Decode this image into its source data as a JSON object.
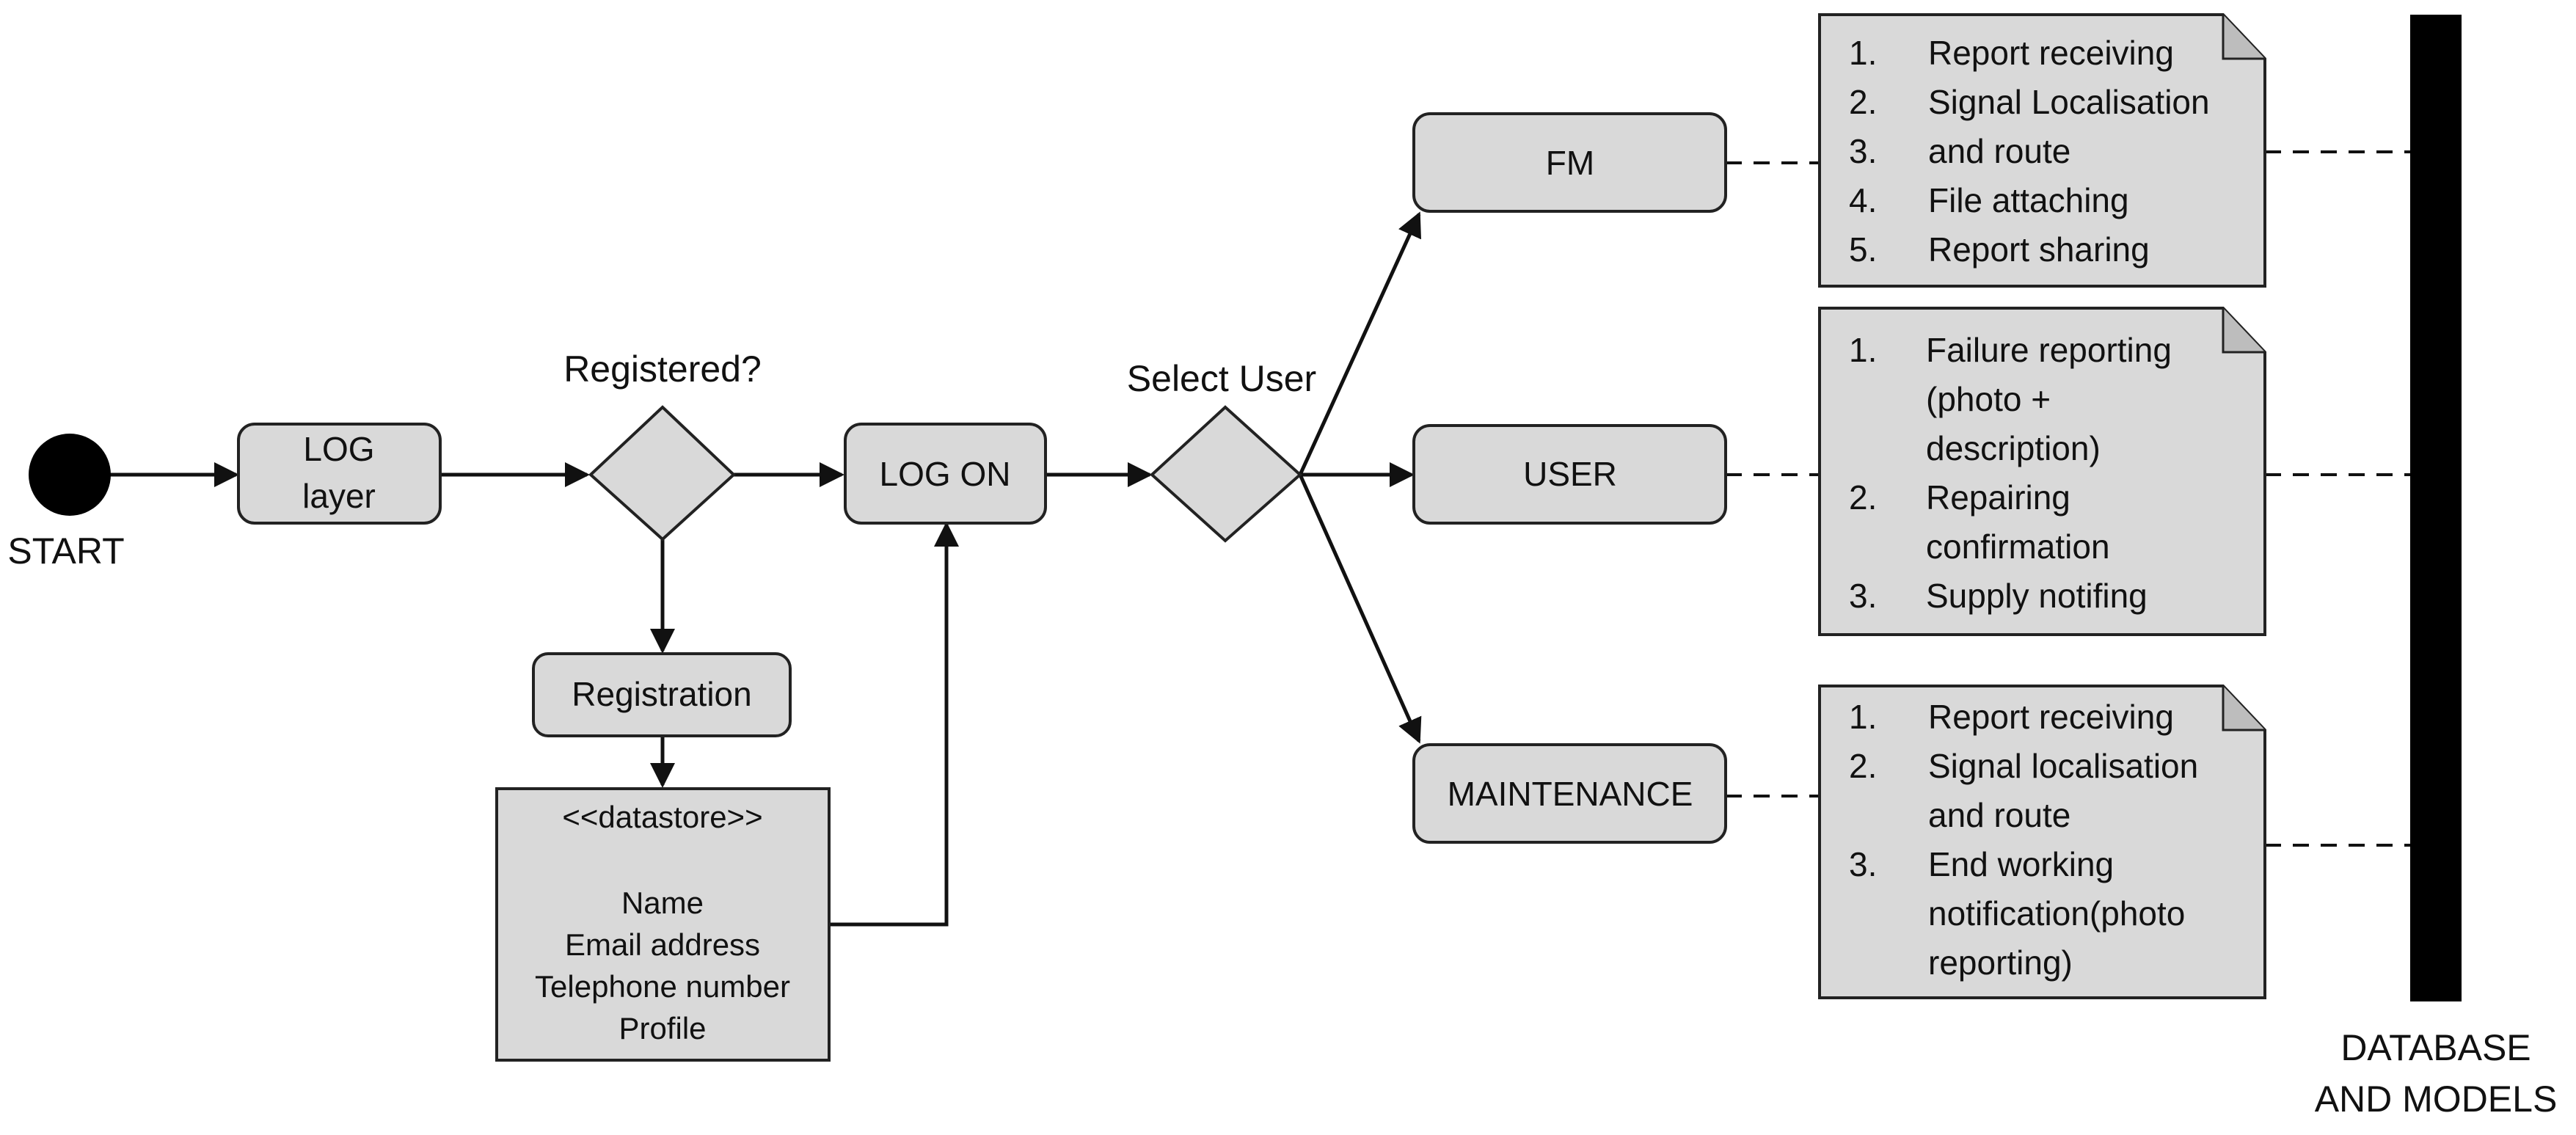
{
  "colors": {
    "node_fill": "#d9d9d9",
    "stroke": "#222222",
    "start_fill": "#000000",
    "bar_fill": "#000000"
  },
  "start": {
    "label": "START"
  },
  "nodes": {
    "log_layer": [
      "LOG",
      "layer"
    ],
    "log_on": "LOG ON",
    "registration": "Registration",
    "fm": "FM",
    "user": "USER",
    "maintenance": "MAINTENANCE"
  },
  "decisions": {
    "registered": "Registered?",
    "select_user": "Select User"
  },
  "datastore": {
    "stereotype": "<<datastore>>",
    "fields": [
      "Name",
      "Email address",
      "Telephone number",
      "Profile"
    ]
  },
  "notes": {
    "fm": [
      {
        "num": "1.",
        "lines": [
          "Report receiving"
        ]
      },
      {
        "num": "2.",
        "lines": [
          "Signal Localisation",
          "and route"
        ]
      },
      {
        "num": "4.",
        "lines": [
          "File attaching"
        ]
      },
      {
        "num": "5.",
        "lines": [
          "Report sharing"
        ]
      }
    ],
    "user": [
      {
        "num": "1.",
        "lines": [
          "Failure reporting",
          "(photo +",
          "description)"
        ]
      },
      {
        "num": "2.",
        "lines": [
          "Repairing",
          "confirmation"
        ]
      },
      {
        "num": "3.",
        "lines": [
          "Supply notifing"
        ]
      }
    ],
    "maintenance": [
      {
        "num": "1.",
        "lines": [
          "Report receiving"
        ]
      },
      {
        "num": "2.",
        "lines": [
          "Signal localisation",
          "and route"
        ]
      },
      {
        "num": "3.",
        "lines": [
          "End working",
          "notification(photo",
          "reporting)"
        ]
      }
    ],
    "fm_extra_number": "3."
  },
  "database": {
    "lines": [
      "DATABASE",
      "AND MODELS"
    ]
  }
}
